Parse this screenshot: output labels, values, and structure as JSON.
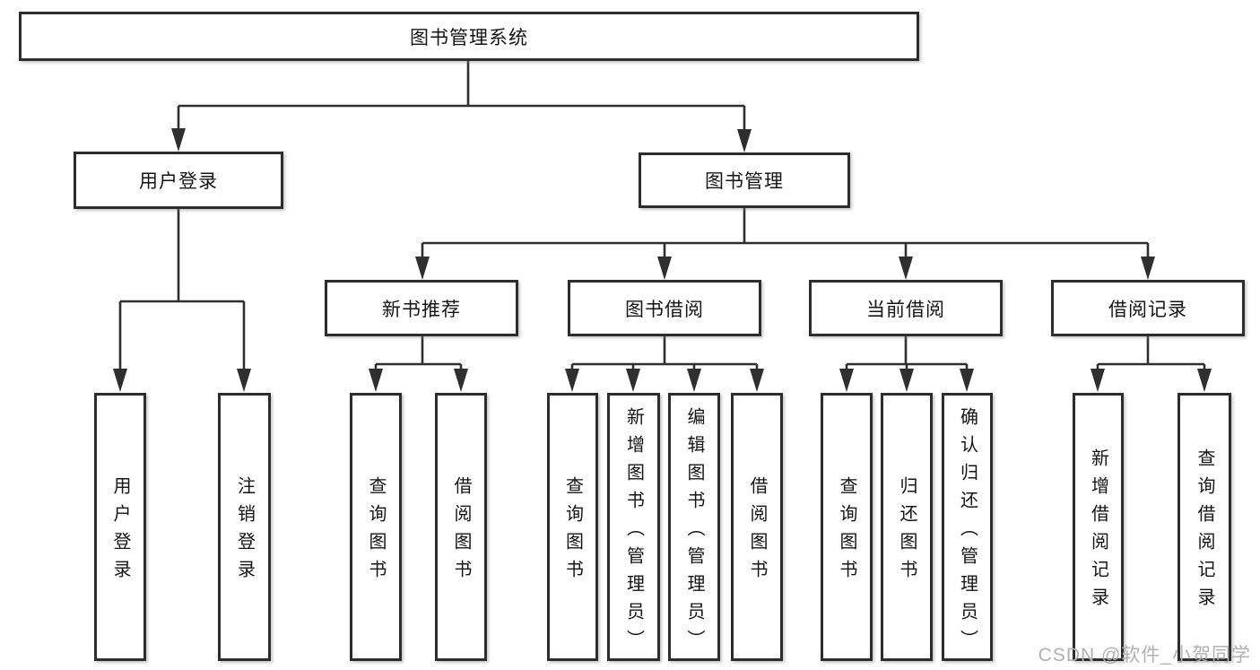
{
  "tree": {
    "root": {
      "label": "图书管理系统"
    },
    "branches": [
      {
        "label": "用户登录",
        "children": [
          {
            "label": "用户登录"
          },
          {
            "label": "注销登录"
          }
        ]
      },
      {
        "label": "图书管理",
        "groups": [
          {
            "label": "新书推荐",
            "children": [
              {
                "label": "查询图书"
              },
              {
                "label": "借阅图书"
              }
            ]
          },
          {
            "label": "图书借阅",
            "children": [
              {
                "label": "查询图书"
              },
              {
                "label": "新增图书（管理员）"
              },
              {
                "label": "编辑图书（管理员）"
              },
              {
                "label": "借阅图书"
              }
            ]
          },
          {
            "label": "当前借阅",
            "children": [
              {
                "label": "查询图书"
              },
              {
                "label": "归还图书"
              },
              {
                "label": "确认归还（管理员）"
              }
            ]
          },
          {
            "label": "借阅记录",
            "children": [
              {
                "label": "新增借阅记录"
              },
              {
                "label": "查询借阅记录"
              }
            ]
          }
        ]
      }
    ]
  },
  "watermark": {
    "text": "CSDN @软件_小贺同学"
  },
  "colors": {
    "line": "#2f2f2f",
    "box_border": "#2d2d2d",
    "text": "#151515",
    "watermark": "#b1b1b1",
    "background": "#ffffff"
  }
}
